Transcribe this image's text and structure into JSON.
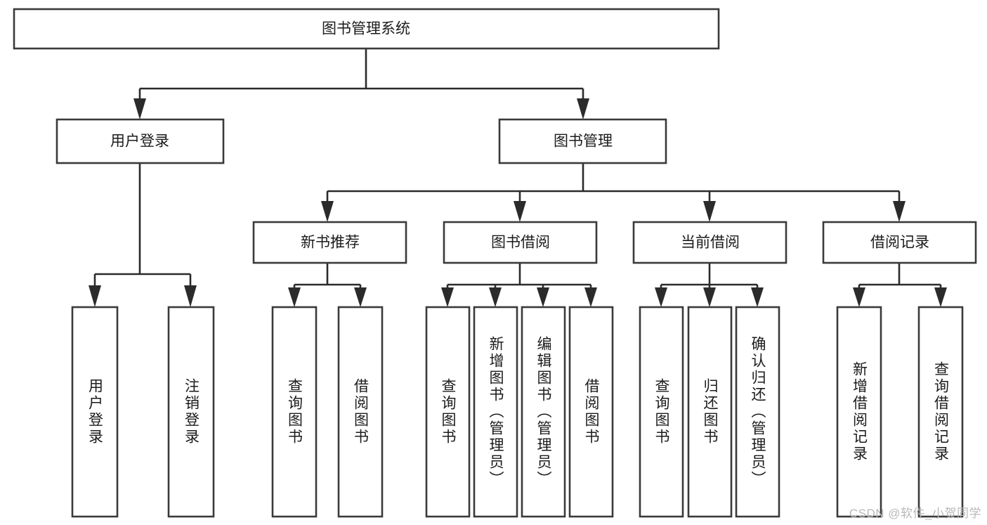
{
  "diagram": {
    "title": "图书管理系统",
    "type": "tree-hierarchy",
    "watermark": "CSDN @软件_小贺同学",
    "nodes": {
      "root": {
        "label": "图书管理系统"
      },
      "level2": [
        {
          "id": "user-login",
          "label": "用户登录"
        },
        {
          "id": "book-management",
          "label": "图书管理"
        }
      ],
      "level3": [
        {
          "id": "new-book-recommend",
          "label": "新书推荐"
        },
        {
          "id": "book-borrow",
          "label": "图书借阅"
        },
        {
          "id": "current-borrow",
          "label": "当前借阅"
        },
        {
          "id": "borrow-record",
          "label": "借阅记录"
        }
      ],
      "leaves": {
        "user-login": [
          {
            "id": "leaf-user-login",
            "label": "用户登录"
          },
          {
            "id": "leaf-logout-login",
            "label": "注销登录"
          }
        ],
        "new-book-recommend": [
          {
            "id": "leaf-query-book-1",
            "label": "查询图书"
          },
          {
            "id": "leaf-borrow-book-1",
            "label": "借阅图书"
          }
        ],
        "book-borrow": [
          {
            "id": "leaf-query-book-2",
            "label": "查询图书"
          },
          {
            "id": "leaf-add-book",
            "label": "新增图书（管理员）"
          },
          {
            "id": "leaf-edit-book",
            "label": "编辑图书（管理员）"
          },
          {
            "id": "leaf-borrow-book-2",
            "label": "借阅图书"
          }
        ],
        "current-borrow": [
          {
            "id": "leaf-query-book-3",
            "label": "查询图书"
          },
          {
            "id": "leaf-return-book",
            "label": "归还图书"
          },
          {
            "id": "leaf-confirm-return",
            "label": "确认归还（管理员）"
          }
        ],
        "borrow-record": [
          {
            "id": "leaf-add-record",
            "label": "新增借阅记录"
          },
          {
            "id": "leaf-query-record",
            "label": "查询借阅记录"
          }
        ]
      }
    },
    "colors": {
      "box_fill": "#ffffff",
      "box_stroke": "#3a3a3a",
      "connector": "#2b2b2b",
      "text": "#1b1b1b",
      "watermark": "#b9b9b9",
      "background": "#ffffff"
    }
  }
}
